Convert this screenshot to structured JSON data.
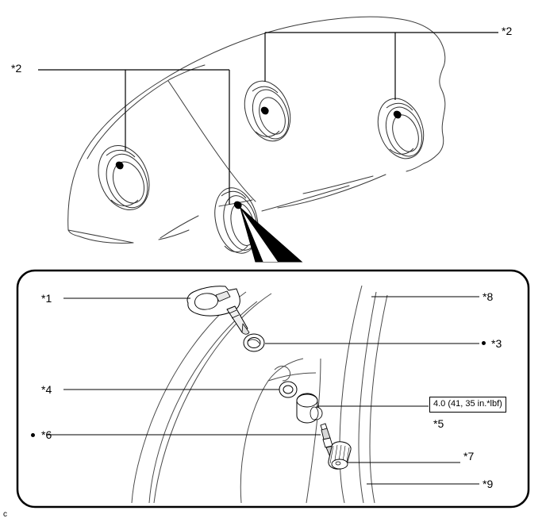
{
  "figure": {
    "kind": "tpms-exploded-diagram",
    "corner_mark": "c",
    "line_color": "#000000",
    "background_color": "#ffffff"
  },
  "vehicle_view": {
    "name": "vehicle-wheel-overview",
    "callouts": [
      {
        "id": "v2-left",
        "label": "*2",
        "star": "*",
        "number": "2"
      },
      {
        "id": "v2-right",
        "label": "*2",
        "star": "*",
        "number": "2"
      }
    ],
    "wheels": [
      {
        "name": "front-left-wheel"
      },
      {
        "name": "rear-left-wheel"
      },
      {
        "name": "rear-right-wheel"
      },
      {
        "name": "front-right-wheel"
      }
    ]
  },
  "detail_view": {
    "name": "valve-assembly-detail",
    "torque_spec": {
      "value": "4.0 (41, 35 in.*lbf)"
    },
    "callouts": [
      {
        "id": "c1",
        "label": "*1",
        "star": "*",
        "number": "1",
        "bullet": false
      },
      {
        "id": "c3",
        "label": "*3",
        "star": "*",
        "number": "3",
        "bullet": true
      },
      {
        "id": "c4",
        "label": "*4",
        "star": "*",
        "number": "4",
        "bullet": false
      },
      {
        "id": "c5",
        "label": "*5",
        "star": "*",
        "number": "5",
        "bullet": false
      },
      {
        "id": "c6",
        "label": "*6",
        "star": "*",
        "number": "6",
        "bullet": true
      },
      {
        "id": "c7",
        "label": "*7",
        "star": "*",
        "number": "7",
        "bullet": false
      },
      {
        "id": "c8",
        "label": "*8",
        "star": "*",
        "number": "8",
        "bullet": false
      },
      {
        "id": "c9",
        "label": "*9",
        "star": "*",
        "number": "9",
        "bullet": false
      }
    ],
    "parts": [
      {
        "name": "tire-pressure-sensor"
      },
      {
        "name": "valve-grommet"
      },
      {
        "name": "valve-washer"
      },
      {
        "name": "valve-nut"
      },
      {
        "name": "valve-core"
      },
      {
        "name": "valve-cap"
      },
      {
        "name": "wheel-disc"
      },
      {
        "name": "tire"
      }
    ]
  }
}
